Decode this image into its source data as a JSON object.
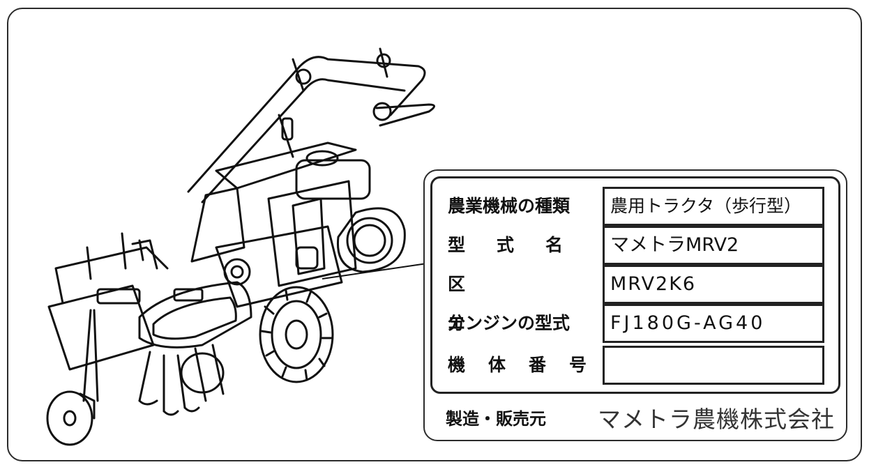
{
  "nameplate": {
    "rows": [
      {
        "label": "農業機械の種類",
        "value": "農用トラクタ（歩行型）"
      },
      {
        "label": "型　式　名",
        "value": "マメトラMRV2"
      },
      {
        "label": "区　分",
        "value": "MRV2K6"
      },
      {
        "label": "エンジンの型式",
        "value": "FJ180G-AG40"
      },
      {
        "label": "機　体　番　号",
        "value": ""
      }
    ],
    "manufacturer_label": "製造・販売元",
    "manufacturer_name": "マメトラ農機株式会社"
  }
}
